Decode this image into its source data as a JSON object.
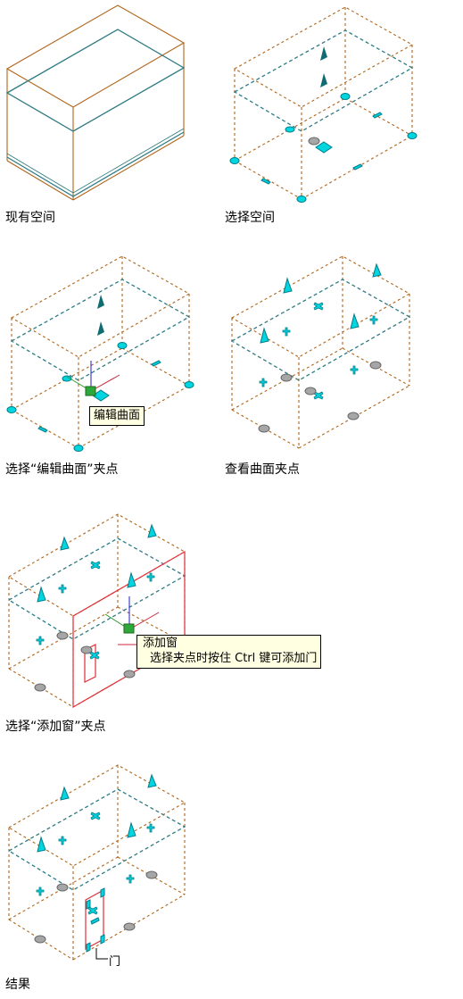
{
  "captions": {
    "existing_space": "现有空间",
    "select_space": "选择空间",
    "select_edit_surface_grip": "选择“编辑曲面”夹点",
    "view_surface_grips": "查看曲面夹点",
    "select_add_window_grip": "选择“添加窗”夹点",
    "result": "结果"
  },
  "tooltips": {
    "edit_surface": "编辑曲面",
    "add_window_title": "添加窗",
    "add_window_hint": "选择夹点时按住 Ctrl 键可添加门"
  },
  "callouts": {
    "door": "门"
  },
  "colors": {
    "space_edge": "#b0651b",
    "ceiling_floor_plane": "#2e7b83",
    "grip_fill": "#00d5e0",
    "grip_stroke": "#007d8a",
    "gray_grip": "#a6a6a6",
    "window_outline": "#e0303a",
    "axis_green": "#2b9a2b",
    "axis_blue": "#1e1ec8",
    "axis_red": "#c8283c",
    "tooltip_bg": "#ffffe1"
  }
}
